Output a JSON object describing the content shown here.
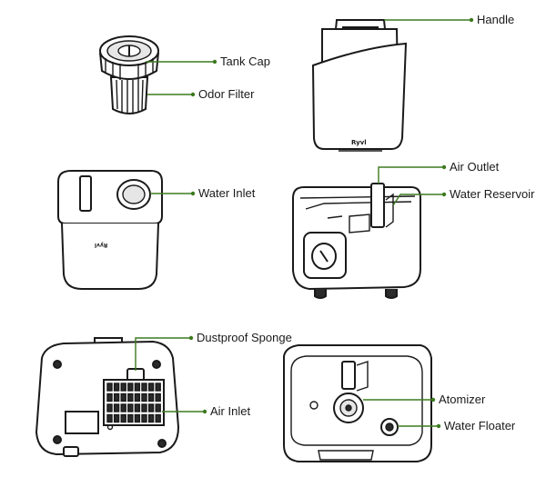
{
  "labels": {
    "handle": "Handle",
    "tank_cap": "Tank Cap",
    "odor_filter": "Odor Filter",
    "water_inlet": "Water Inlet",
    "air_outlet": "Air Outlet",
    "water_reservoir": "Water Reservoir",
    "dustproof_sponge": "Dustproof Sponge",
    "air_inlet": "Air Inlet",
    "atomizer": "Atomizer",
    "water_floater": "Water Floater"
  },
  "brand_marks": {
    "tank_front": "Ryvl",
    "tank_bottom": "Ryvl"
  },
  "colors": {
    "leader_line": "#3d7a1f",
    "outline": "#1a1a1a"
  }
}
